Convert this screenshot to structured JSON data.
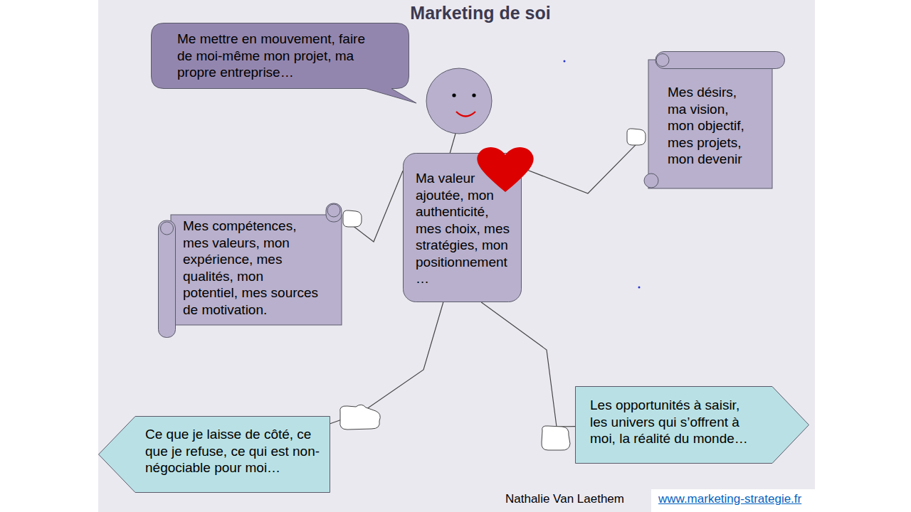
{
  "diagram": {
    "title": "Marketing de soi",
    "nodes": [
      {
        "text": [
          "Me mettre en mouvement, faire de moi-même mon projet, ma propre entreprise…"
        ]
      },
      {
        "text": [
          "Mes désirs, ma vision, mon objectif, mes projets, mon devenir"
        ]
      },
      {
        "text": [
          "Ma valeur ajoutée, mon authenticité, mes choix, mes stratégies, mon positionnement …"
        ]
      },
      {
        "text": [
          "Mes compétences, mes valeurs, mon expérience, mes qualités, mon potentiel, mes sources de motivation."
        ]
      },
      {
        "text": [
          "Ce que je laisse de côté, ce que je refuse, ce qui est non-négociable pour moi…"
        ]
      },
      {
        "text": [
          "Les opportunités à saisir, les univers qui s’offrent à moi, la réalité du monde…"
        ]
      }
    ],
    "edges": [
      {
        "from": 2,
        "to": 3,
        "arrow": "none"
      },
      {
        "from": 2,
        "to": 1,
        "arrow": "none"
      },
      {
        "from": 2,
        "to": 4,
        "arrow": "none"
      },
      {
        "from": 2,
        "to": 5,
        "arrow": "none"
      }
    ],
    "labels": [
      "Nathalie Van Laethem",
      "www.marketing-strategie.fr"
    ]
  }
}
